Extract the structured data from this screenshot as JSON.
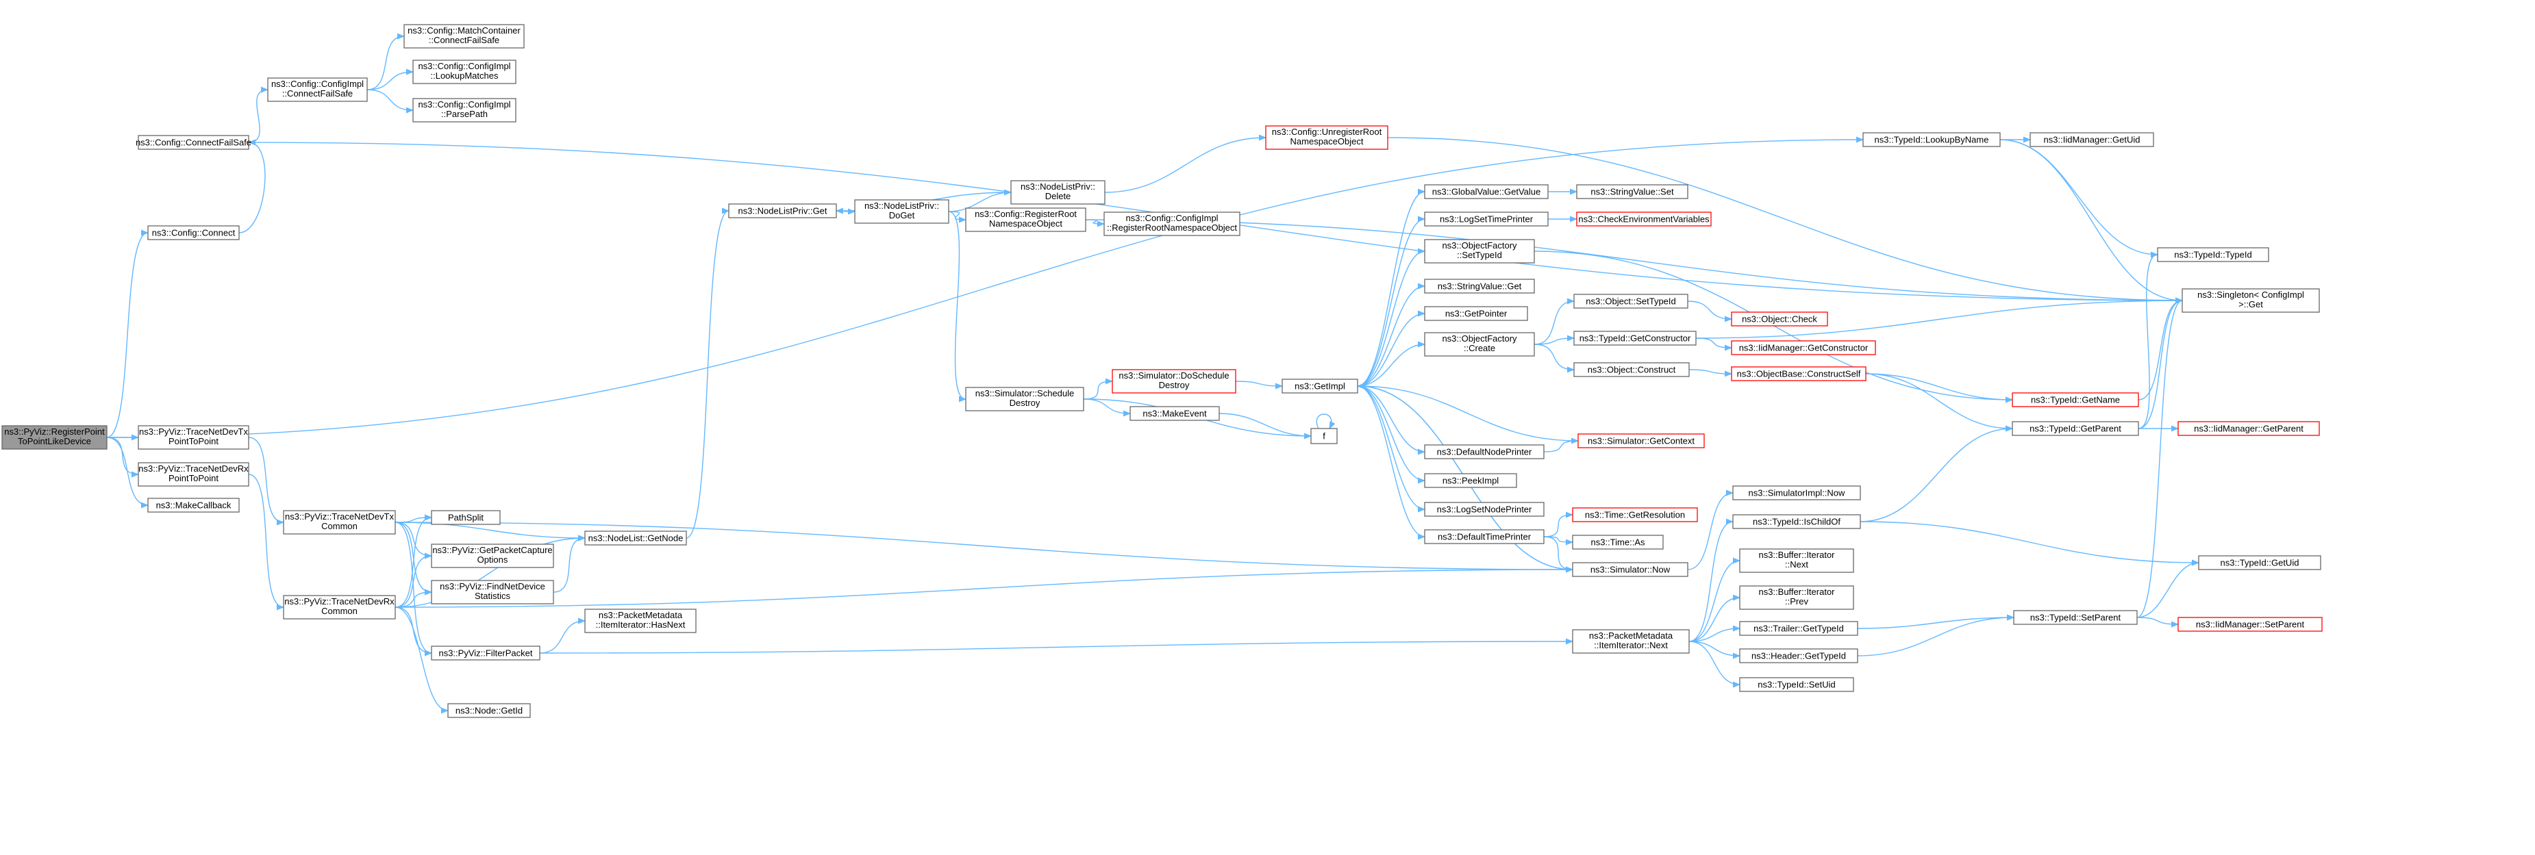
{
  "colors": {
    "edge": "#63B8FF",
    "node_border": "#666666",
    "node_fill": "#FFFFFF",
    "root_fill": "#999999",
    "missing_border": "#FF0000",
    "text": "#000000"
  },
  "nodes": [
    {
      "id": "root",
      "lines": [
        "ns3::PyViz::RegisterPoint",
        "ToPointLikeDevice"
      ],
      "kind": "root"
    },
    {
      "id": "config_connect",
      "lines": [
        "ns3::Config::Connect"
      ],
      "kind": "normal"
    },
    {
      "id": "config_connectfailsafe",
      "lines": [
        "ns3::Config::ConnectFailSafe"
      ],
      "kind": "normal"
    },
    {
      "id": "configimpl_connectfailsafe",
      "lines": [
        "ns3::Config::ConfigImpl",
        "::ConnectFailSafe"
      ],
      "kind": "normal"
    },
    {
      "id": "matchcontainer",
      "lines": [
        "ns3::Config::MatchContainer",
        "::ConnectFailSafe"
      ],
      "kind": "normal"
    },
    {
      "id": "lookupmatches",
      "lines": [
        "ns3::Config::ConfigImpl",
        "::LookupMatches"
      ],
      "kind": "normal"
    },
    {
      "id": "parsepath",
      "lines": [
        "ns3::Config::ConfigImpl",
        "::ParsePath"
      ],
      "kind": "normal"
    },
    {
      "id": "tracetxptp",
      "lines": [
        "ns3::PyViz::TraceNetDevTx",
        "PointToPoint"
      ],
      "kind": "normal"
    },
    {
      "id": "tracerxptp",
      "lines": [
        "ns3::PyViz::TraceNetDevRx",
        "PointToPoint"
      ],
      "kind": "normal"
    },
    {
      "id": "makecallback",
      "lines": [
        "ns3::MakeCallback"
      ],
      "kind": "normal"
    },
    {
      "id": "tracetxcommon",
      "lines": [
        "ns3::PyViz::TraceNetDevTx",
        "Common"
      ],
      "kind": "normal"
    },
    {
      "id": "tracerxcommon",
      "lines": [
        "ns3::PyViz::TraceNetDevRx",
        "Common"
      ],
      "kind": "normal"
    },
    {
      "id": "pathsplit",
      "lines": [
        "PathSplit"
      ],
      "kind": "normal"
    },
    {
      "id": "getpacketcapture",
      "lines": [
        "ns3::PyViz::GetPacketCapture",
        "Options"
      ],
      "kind": "normal"
    },
    {
      "id": "findnetdevice",
      "lines": [
        "ns3::PyViz::FindNetDevice",
        "Statistics"
      ],
      "kind": "normal"
    },
    {
      "id": "filterpacket",
      "lines": [
        "ns3::PyViz::FilterPacket"
      ],
      "kind": "normal"
    },
    {
      "id": "node_getid",
      "lines": [
        "ns3::Node::GetId"
      ],
      "kind": "normal"
    },
    {
      "id": "nodelist_getnode",
      "lines": [
        "ns3::NodeList::GetNode"
      ],
      "kind": "normal"
    },
    {
      "id": "pm_hasnext",
      "lines": [
        "ns3::PacketMetadata",
        "::ItemIterator::HasNext"
      ],
      "kind": "normal"
    },
    {
      "id": "nlp_get",
      "lines": [
        "ns3::NodeListPriv::Get"
      ],
      "kind": "normal"
    },
    {
      "id": "nlp_doget",
      "lines": [
        "ns3::NodeListPriv::",
        "DoGet"
      ],
      "kind": "normal"
    },
    {
      "id": "nlp_delete",
      "lines": [
        "ns3::NodeListPriv::",
        "Delete"
      ],
      "kind": "normal"
    },
    {
      "id": "registerroot",
      "lines": [
        "ns3::Config::RegisterRoot",
        "NamespaceObject"
      ],
      "kind": "normal"
    },
    {
      "id": "configimpl_registerroot",
      "lines": [
        "ns3::Config::ConfigImpl",
        "::RegisterRootNamespaceObject"
      ],
      "kind": "normal"
    },
    {
      "id": "unregisterroot",
      "lines": [
        "ns3::Config::UnregisterRoot",
        "NamespaceObject"
      ],
      "kind": "missing"
    },
    {
      "id": "schedule_destroy",
      "lines": [
        "ns3::Simulator::Schedule",
        "Destroy"
      ],
      "kind": "normal"
    },
    {
      "id": "doschedule_destroy",
      "lines": [
        "ns3::Simulator::DoSchedule",
        "Destroy"
      ],
      "kind": "missing"
    },
    {
      "id": "makeevent",
      "lines": [
        "ns3::MakeEvent"
      ],
      "kind": "normal"
    },
    {
      "id": "f",
      "lines": [
        "f"
      ],
      "kind": "normal"
    },
    {
      "id": "getimpl",
      "lines": [
        "ns3::GetImpl"
      ],
      "kind": "normal"
    },
    {
      "id": "gv_getvalue",
      "lines": [
        "ns3::GlobalValue::GetValue"
      ],
      "kind": "normal"
    },
    {
      "id": "stringvalue_set",
      "lines": [
        "ns3::StringValue::Set"
      ],
      "kind": "normal"
    },
    {
      "id": "logsettimeprinter",
      "lines": [
        "ns3::LogSetTimePrinter"
      ],
      "kind": "normal"
    },
    {
      "id": "checkenv",
      "lines": [
        "ns3::CheckEnvironmentVariables"
      ],
      "kind": "missing"
    },
    {
      "id": "of_settypeid",
      "lines": [
        "ns3::ObjectFactory",
        "::SetTypeId"
      ],
      "kind": "normal"
    },
    {
      "id": "stringvalue_get",
      "lines": [
        "ns3::StringValue::Get"
      ],
      "kind": "normal"
    },
    {
      "id": "getpointer",
      "lines": [
        "ns3::GetPointer"
      ],
      "kind": "normal"
    },
    {
      "id": "of_create",
      "lines": [
        "ns3::ObjectFactory",
        "::Create"
      ],
      "kind": "normal"
    },
    {
      "id": "object_settypeid",
      "lines": [
        "ns3::Object::SetTypeId"
      ],
      "kind": "normal"
    },
    {
      "id": "object_check",
      "lines": [
        "ns3::Object::Check"
      ],
      "kind": "missing"
    },
    {
      "id": "typeid_getconstructor",
      "lines": [
        "ns3::TypeId::GetConstructor"
      ],
      "kind": "normal"
    },
    {
      "id": "iidm_getconstructor",
      "lines": [
        "ns3::IidManager::GetConstructor"
      ],
      "kind": "missing"
    },
    {
      "id": "object_construct",
      "lines": [
        "ns3::Object::Construct"
      ],
      "kind": "normal"
    },
    {
      "id": "objectbase_constructself",
      "lines": [
        "ns3::ObjectBase::ConstructSelf"
      ],
      "kind": "missing"
    },
    {
      "id": "defaultnodeprinter",
      "lines": [
        "ns3::DefaultNodePrinter"
      ],
      "kind": "normal"
    },
    {
      "id": "sim_getcontext",
      "lines": [
        "ns3::Simulator::GetContext"
      ],
      "kind": "missing"
    },
    {
      "id": "peekimpl",
      "lines": [
        "ns3::PeekImpl"
      ],
      "kind": "normal"
    },
    {
      "id": "logsetnodeprinter",
      "lines": [
        "ns3::LogSetNodePrinter"
      ],
      "kind": "normal"
    },
    {
      "id": "defaulttimeprinter",
      "lines": [
        "ns3::DefaultTimePrinter"
      ],
      "kind": "normal"
    },
    {
      "id": "time_getresolution",
      "lines": [
        "ns3::Time::GetResolution"
      ],
      "kind": "missing"
    },
    {
      "id": "time_as",
      "lines": [
        "ns3::Time::As"
      ],
      "kind": "normal"
    },
    {
      "id": "sim_now",
      "lines": [
        "ns3::Simulator::Now"
      ],
      "kind": "normal"
    },
    {
      "id": "simimpl_now",
      "lines": [
        "ns3::SimulatorImpl::Now"
      ],
      "kind": "normal"
    },
    {
      "id": "typeid_ischildof",
      "lines": [
        "ns3::TypeId::IsChildOf"
      ],
      "kind": "normal"
    },
    {
      "id": "buffer_next",
      "lines": [
        "ns3::Buffer::Iterator",
        "::Next"
      ],
      "kind": "normal"
    },
    {
      "id": "buffer_prev",
      "lines": [
        "ns3::Buffer::Iterator",
        "::Prev"
      ],
      "kind": "normal"
    },
    {
      "id": "pm_next",
      "lines": [
        "ns3::PacketMetadata",
        "::ItemIterator::Next"
      ],
      "kind": "normal"
    },
    {
      "id": "trailer_gettypeid",
      "lines": [
        "ns3::Trailer::GetTypeId"
      ],
      "kind": "normal"
    },
    {
      "id": "header_gettypeid",
      "lines": [
        "ns3::Header::GetTypeId"
      ],
      "kind": "normal"
    },
    {
      "id": "typeid_setuid",
      "lines": [
        "ns3::TypeId::SetUid"
      ],
      "kind": "normal"
    },
    {
      "id": "typeid_lookupbyname",
      "lines": [
        "ns3::TypeId::LookupByName"
      ],
      "kind": "normal"
    },
    {
      "id": "iidm_getuid",
      "lines": [
        "ns3::IidManager::GetUid"
      ],
      "kind": "normal"
    },
    {
      "id": "typeid_typeid",
      "lines": [
        "ns3::TypeId::TypeId"
      ],
      "kind": "normal"
    },
    {
      "id": "singleton_get",
      "lines": [
        "ns3::Singleton< ConfigImpl",
        " >::Get"
      ],
      "kind": "normal"
    },
    {
      "id": "typeid_getname",
      "lines": [
        "ns3::TypeId::GetName"
      ],
      "kind": "missing"
    },
    {
      "id": "typeid_getparent",
      "lines": [
        "ns3::TypeId::GetParent"
      ],
      "kind": "normal"
    },
    {
      "id": "iidm_getparent",
      "lines": [
        "ns3::IidManager::GetParent"
      ],
      "kind": "missing"
    },
    {
      "id": "typeid_getuid",
      "lines": [
        "ns3::TypeId::GetUid"
      ],
      "kind": "normal"
    },
    {
      "id": "typeid_setparent",
      "lines": [
        "ns3::TypeId::SetParent"
      ],
      "kind": "normal"
    },
    {
      "id": "iidm_setparent",
      "lines": [
        "ns3::IidManager::SetParent"
      ],
      "kind": "missing"
    }
  ]
}
